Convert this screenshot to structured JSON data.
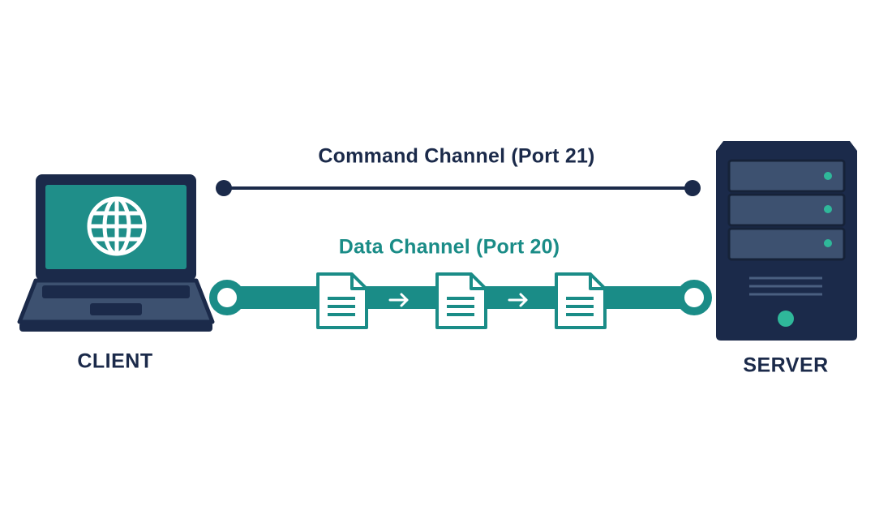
{
  "colors": {
    "navy": "#1b2a4a",
    "navy_dark": "#162238",
    "slate": "#3d5170",
    "slate_light": "#4a5f80",
    "teal": "#1a8c87",
    "teal_screen": "#1f8e89",
    "green_led": "#2fb89a",
    "white": "#ffffff"
  },
  "nodes": {
    "client": {
      "label": "CLIENT",
      "icon": "laptop-icon",
      "screen_icon": "globe-icon"
    },
    "server": {
      "label": "SERVER",
      "icon": "server-tower-icon"
    }
  },
  "channels": {
    "command": {
      "label": "Command Channel (Port 21)",
      "color": "#1b2a4a"
    },
    "data": {
      "label": "Data Channel (Port 20)",
      "color": "#1a8c87",
      "file_icon": "document-icon",
      "arrow_icon": "arrow-right-icon"
    }
  }
}
